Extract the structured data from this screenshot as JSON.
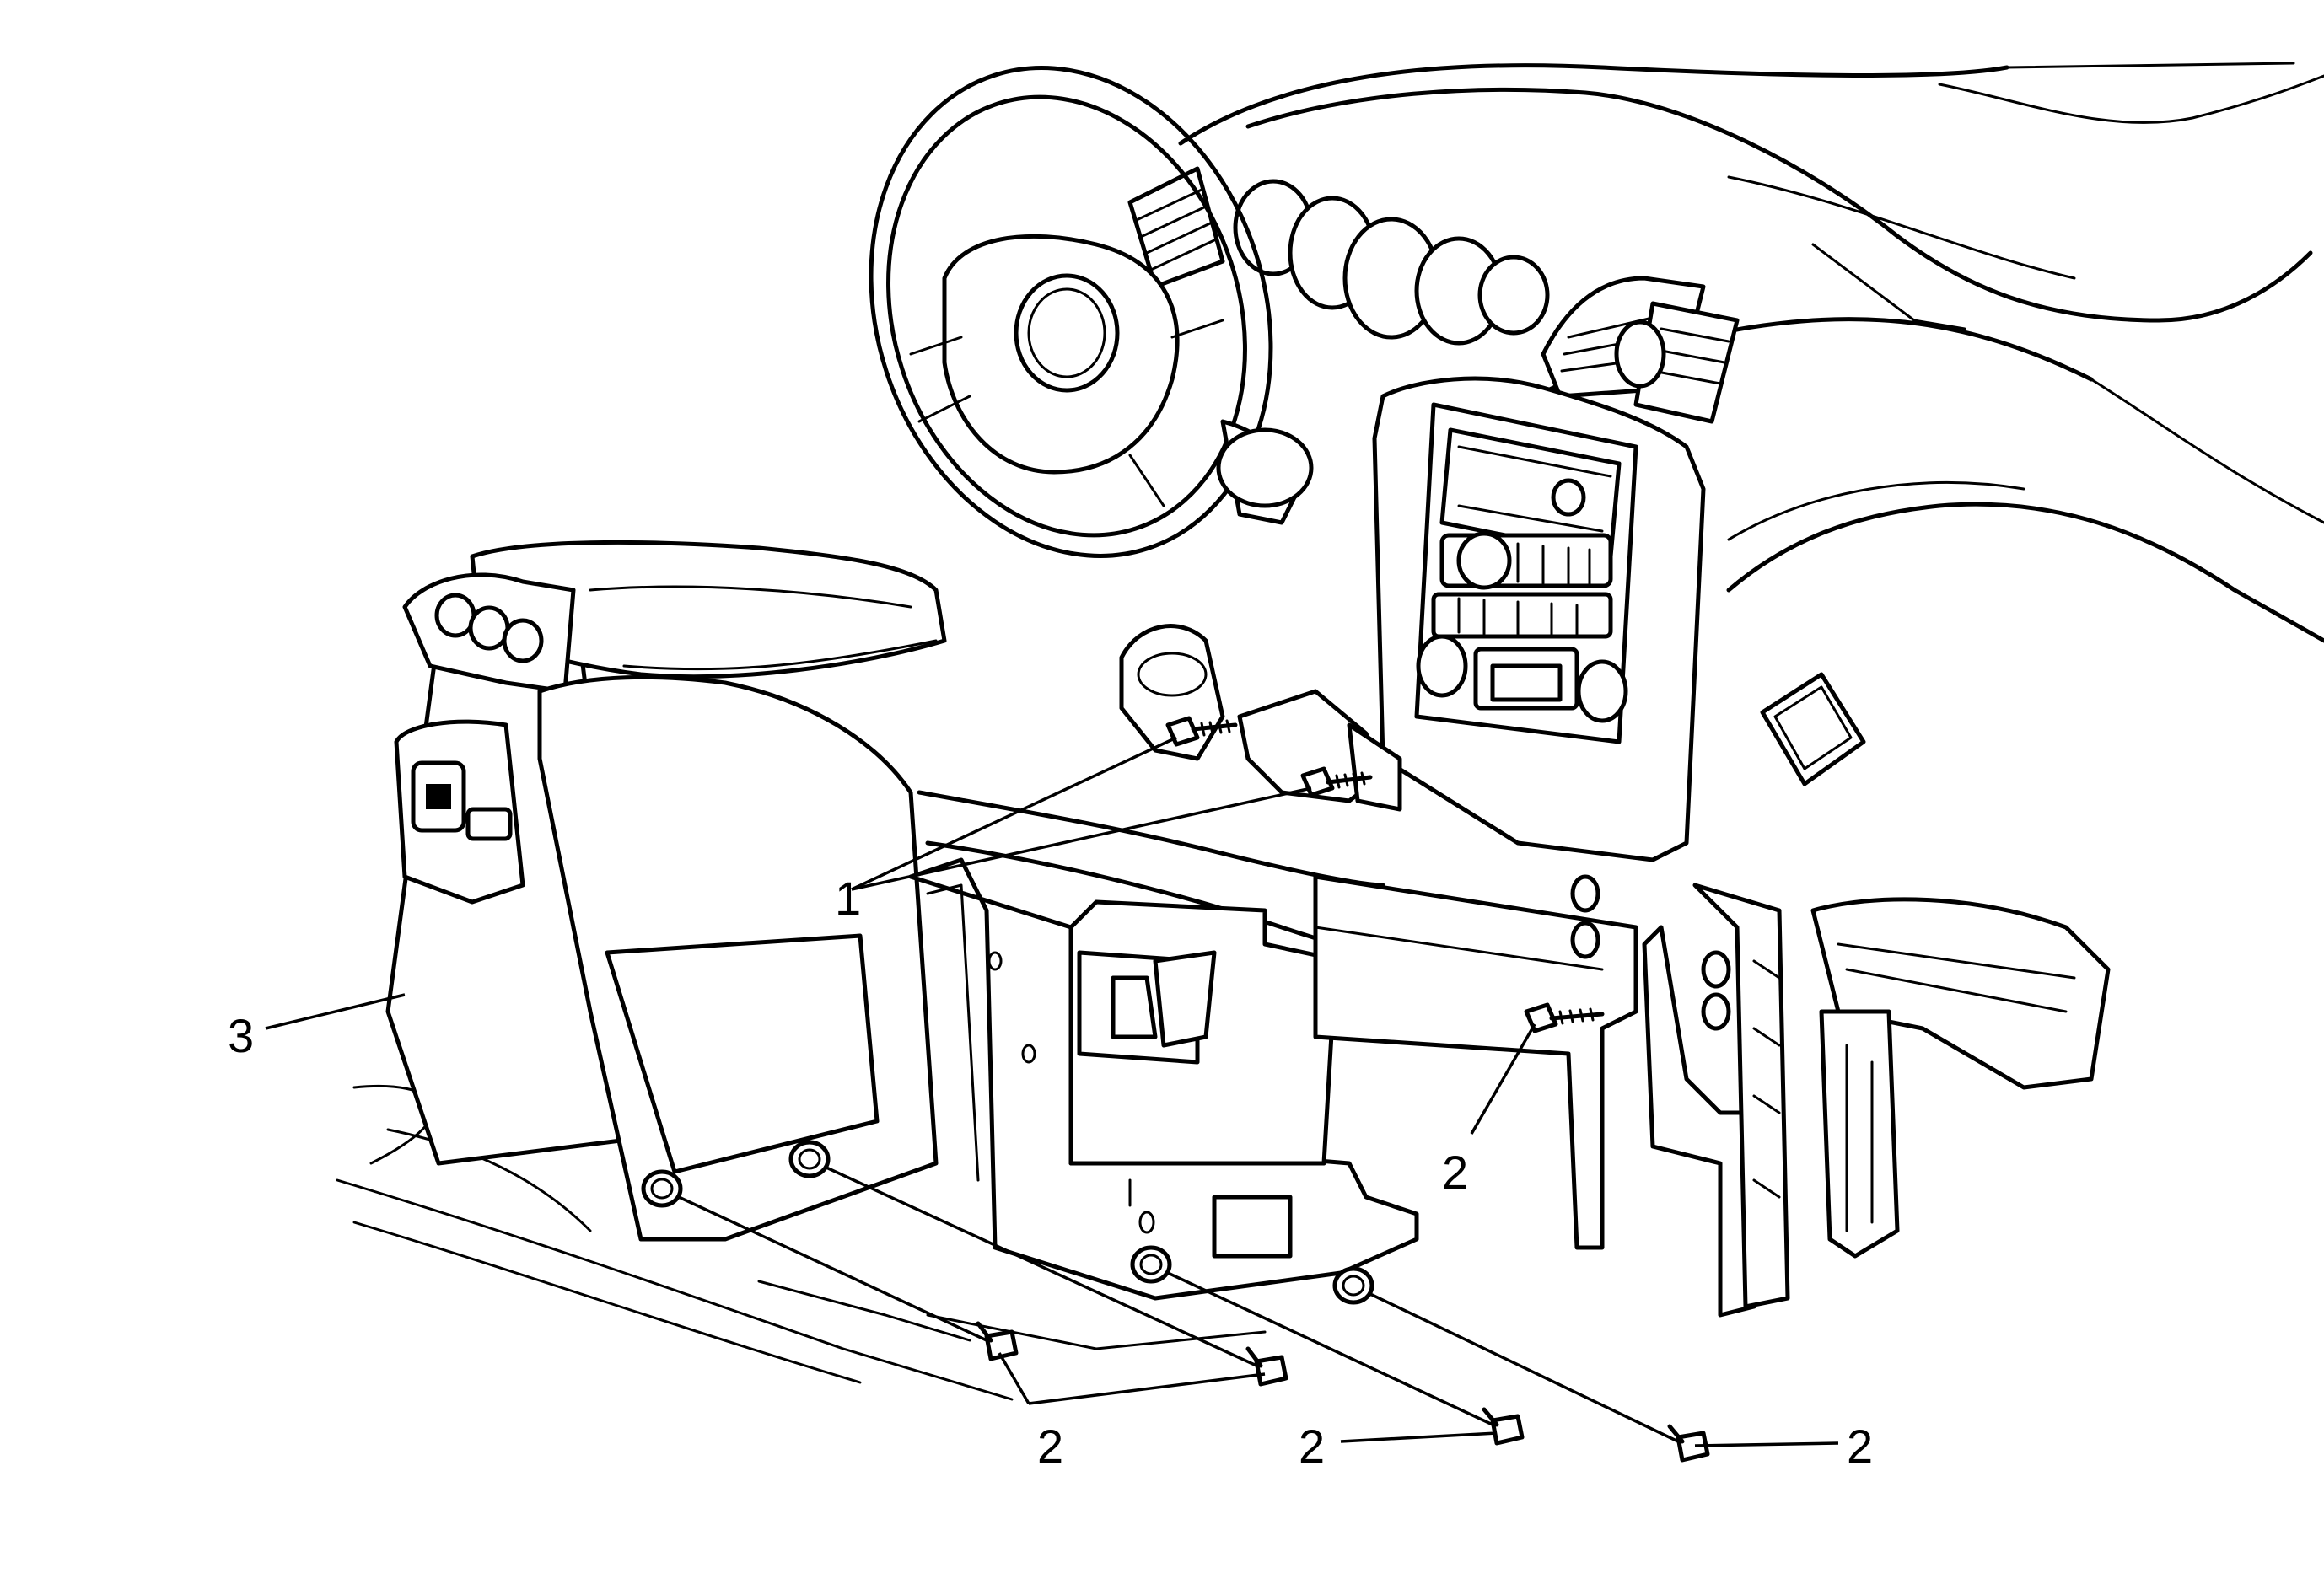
{
  "callouts": {
    "fasteners_upper": "1",
    "fasteners_lower_left": "2",
    "fasteners_lower_center": "2",
    "fastener_lower_right": "2",
    "fastener_side_bracket": "2",
    "console_assembly": "3"
  }
}
